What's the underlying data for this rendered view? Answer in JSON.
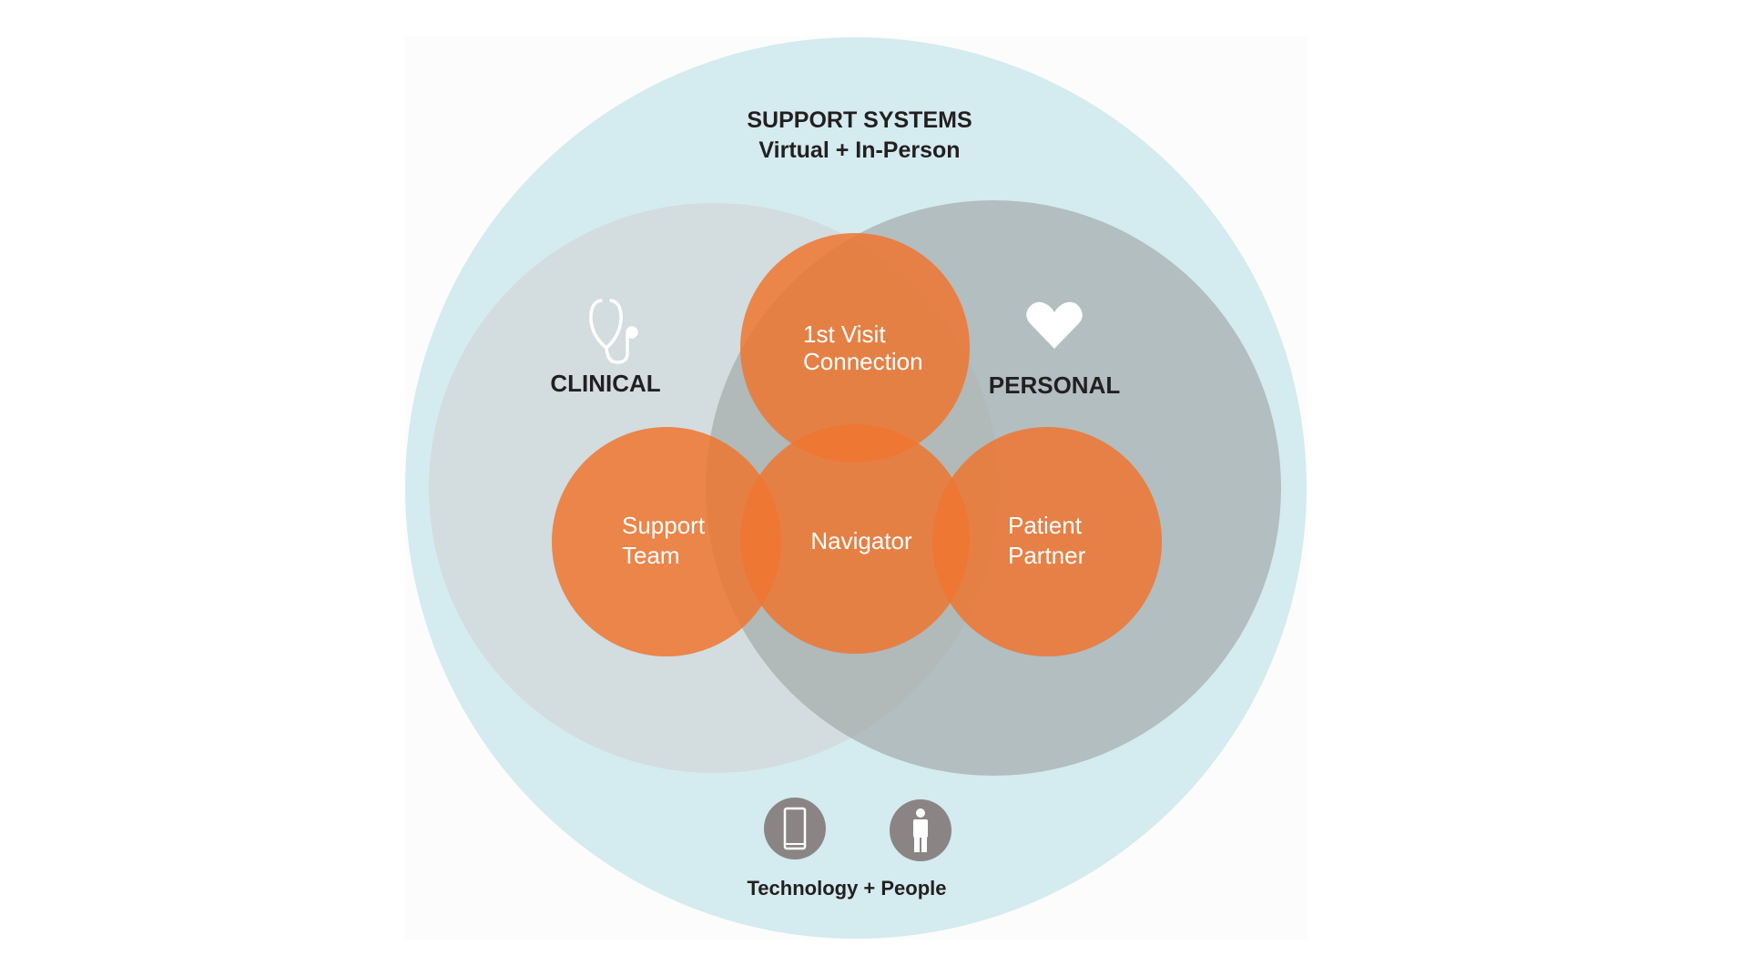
{
  "title": {
    "line1": "SUPPORT SYSTEMS",
    "line2": "Virtual + In-Person"
  },
  "colors": {
    "outer": "#D4EBEF",
    "clinical": "#D3DCDE",
    "personal": "#B5BBBB",
    "orange": "#E8793A",
    "dark_text": "#231F20",
    "icon_circle": "#8A8584"
  },
  "sets": [
    {
      "id": "clinical",
      "label": "CLINICAL",
      "icon": "stethoscope-icon"
    },
    {
      "id": "personal",
      "label": "PERSONAL",
      "icon": "heart-icon"
    }
  ],
  "nodes": [
    {
      "id": "first-visit",
      "lines": [
        "1st Visit",
        "Connection"
      ]
    },
    {
      "id": "support-team",
      "lines": [
        "Support",
        "Team"
      ]
    },
    {
      "id": "navigator",
      "lines": [
        "Navigator"
      ]
    },
    {
      "id": "patient-partner",
      "lines": [
        "Patient",
        "Partner"
      ]
    }
  ],
  "footer": {
    "icons": [
      "smartphone-icon",
      "person-icon"
    ],
    "label": "Technology + People"
  }
}
